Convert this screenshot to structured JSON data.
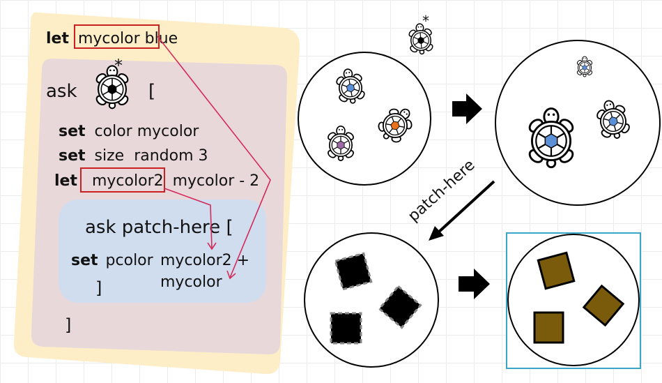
{
  "code": {
    "line1": {
      "kw": "let",
      "text": "mycolor blue"
    },
    "ask_kw": "ask",
    "ask_open": "[",
    "line_set_color": {
      "kw": "set",
      "text": "color mycolor"
    },
    "line_set_size": {
      "kw": "set",
      "text": "size  random 3"
    },
    "line_let2": {
      "kw": "let",
      "var": "mycolor2",
      "text": "mycolor - 2"
    },
    "inner_ask": "ask patch-here [",
    "inner_set": {
      "kw": "set",
      "text": "pcolor",
      "value_line1": "mycolor2 +",
      "value_line2": "mycolor"
    },
    "inner_close": "]",
    "outer_close": "]"
  },
  "asterisk": "*",
  "diagram": {
    "arrow_label": "patch-here"
  },
  "colors": {
    "outer_panel": "#fdeec8",
    "middle_panel": "#e8d8da",
    "inner_panel": "#d0ddef",
    "highlight_box": "#cc1f1f",
    "pointer_arrow": "#d42a5a",
    "turtle_blue": "#5b8fd6",
    "turtle_purple": "#9b6aa6",
    "turtle_orange": "#e8731c",
    "patch_after": "#7a5b0c",
    "selection_box": "#3aa7c8"
  },
  "icons": [
    "turtle-icon",
    "right-arrow-icon",
    "diagonal-arrow-icon",
    "patch-square-icon"
  ]
}
